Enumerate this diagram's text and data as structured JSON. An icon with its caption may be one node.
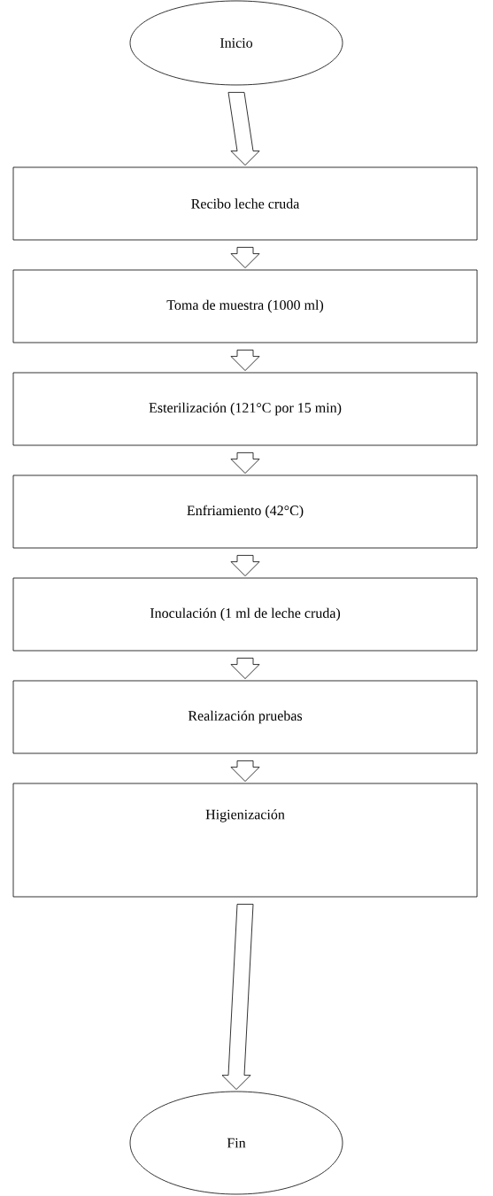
{
  "diagram": {
    "nodes": [
      {
        "text": [
          "Inicio"
        ]
      },
      {
        "text": [
          "Recibo leche cruda"
        ]
      },
      {
        "text": [
          "Toma de muestra (1000 ml)"
        ]
      },
      {
        "text": [
          "Esterilización  (121°C por 15 min)"
        ]
      },
      {
        "text": [
          "Enfriamiento (42°C)"
        ]
      },
      {
        "text": [
          "Inoculación (1 ml de leche cruda)"
        ]
      },
      {
        "text": [
          "Realización pruebas"
        ]
      },
      {
        "text": [
          "Higienización"
        ]
      },
      {
        "text": [
          "Fin"
        ]
      }
    ],
    "edges": [
      {
        "from": 0,
        "to": 1,
        "arrow": "to"
      },
      {
        "from": 1,
        "to": 2,
        "arrow": "to"
      },
      {
        "from": 2,
        "to": 3,
        "arrow": "to"
      },
      {
        "from": 3,
        "to": 4,
        "arrow": "to"
      },
      {
        "from": 4,
        "to": 5,
        "arrow": "to"
      },
      {
        "from": 5,
        "to": 6,
        "arrow": "to"
      },
      {
        "from": 6,
        "to": 7,
        "arrow": "to"
      },
      {
        "from": 7,
        "to": 8,
        "arrow": "to"
      }
    ]
  }
}
